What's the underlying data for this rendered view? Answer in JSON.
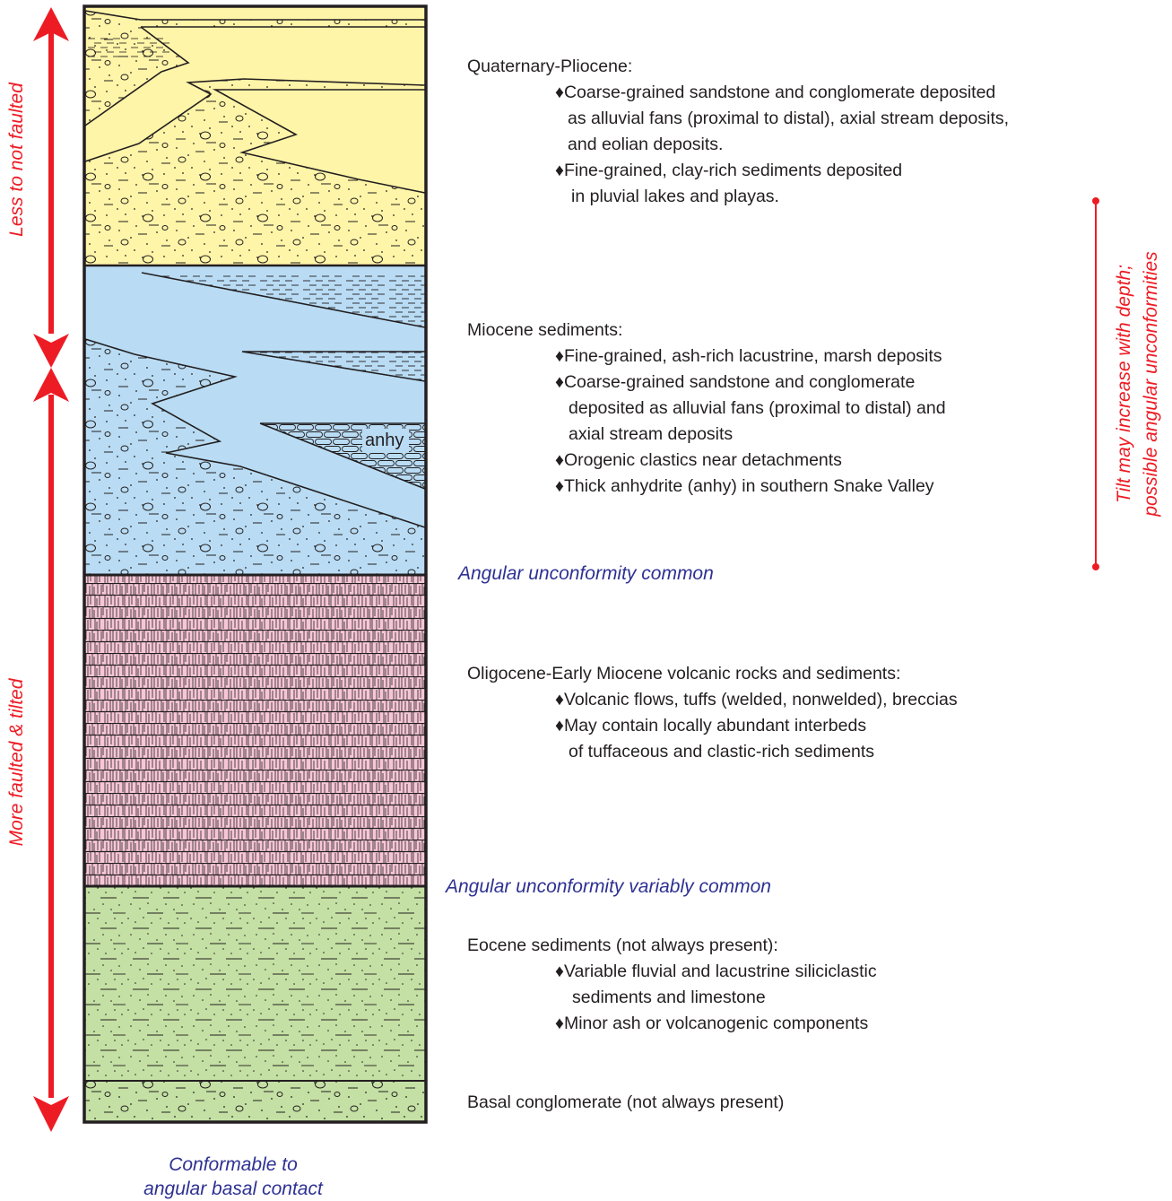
{
  "left_axis": {
    "upper_label": "Less to not faulted",
    "lower_label": "More faulted & tilted"
  },
  "right_axis": {
    "line1": "Tilt may increase with depth;",
    "line2": "possible angular unconformities"
  },
  "column": {
    "anhy_label": "anhy",
    "basal_contact_line1": "Conformable to",
    "basal_contact_line2": "angular basal contact"
  },
  "colors": {
    "quaternary": "#fff5a8",
    "miocene": "#b9dcf4",
    "oligocene": "#f7c6d6",
    "eocene": "#c4e0a4",
    "arrow_red": "#ed1c24",
    "note_blue": "#2e3192"
  },
  "units": [
    {
      "heading": "Quaternary-Pliocene:",
      "bullets": [
        [
          "♦Coarse-grained sandstone and conglomerate deposited",
          "as alluvial fans (proximal to distal), axial stream deposits,",
          "and eolian deposits."
        ],
        [
          "♦Fine-grained, clay-rich sediments deposited",
          "in pluvial lakes and playas."
        ]
      ]
    },
    {
      "heading": "Miocene sediments:",
      "bullets": [
        [
          "♦Fine-grained, ash-rich lacustrine, marsh deposits"
        ],
        [
          "♦Coarse-grained sandstone and conglomerate",
          "deposited as alluvial fans (proximal to distal) and",
          "axial stream deposits"
        ],
        [
          "♦Orogenic clastics near detachments"
        ],
        [
          "♦Thick anhydrite (anhy) in southern Snake Valley"
        ]
      ]
    },
    {
      "heading": "Oligocene-Early Miocene volcanic rocks and sediments:",
      "bullets": [
        [
          "♦Volcanic flows, tuffs (welded, nonwelded), breccias"
        ],
        [
          "♦May contain locally abundant interbeds",
          "of tuffaceous and clastic-rich sediments"
        ]
      ]
    },
    {
      "heading": "Eocene sediments (not always present):",
      "bullets": [
        [
          "♦Variable fluvial and lacustrine siliciclastic",
          "sediments and limestone"
        ],
        [
          "♦Minor ash or volcanogenic components"
        ]
      ]
    },
    {
      "heading": "Basal conglomerate (not always present)",
      "bullets": []
    }
  ],
  "notes": {
    "unconformity_1": "Angular unconformity common",
    "unconformity_2": "Angular unconformity variably common"
  }
}
